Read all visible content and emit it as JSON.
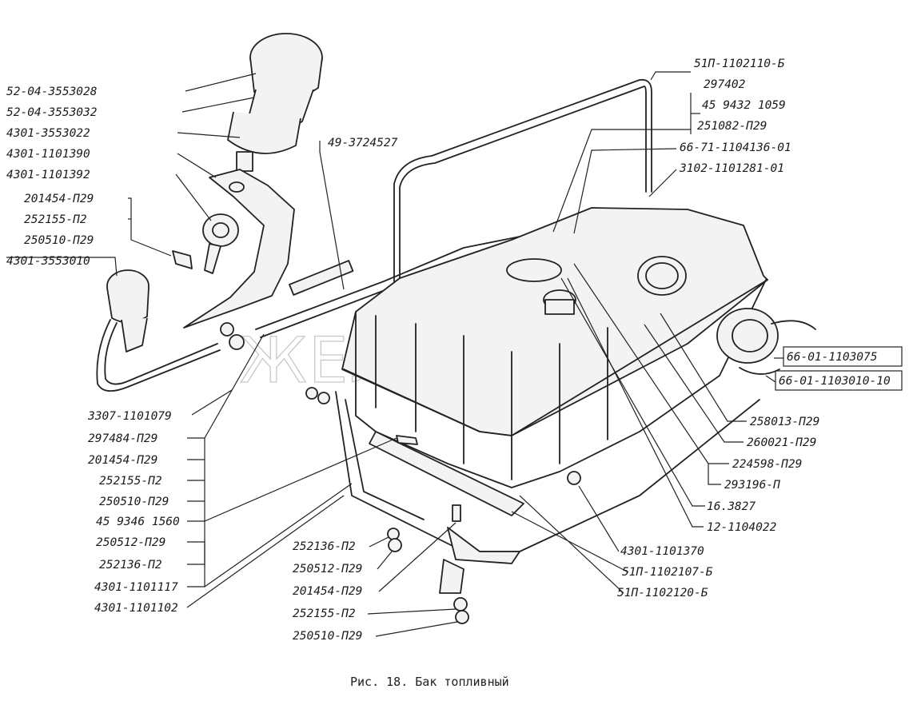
{
  "caption": "Рис. 18. Бак топливный",
  "watermark": "ЖЕЛЕЗЯКА",
  "labels_left": [
    "52-04-3553028",
    "52-04-3553032",
    "4301-3553022",
    "4301-1101390",
    "4301-1101392",
    "201454-П29",
    "252155-П2",
    "250510-П29",
    "4301-3553010",
    "3307-1101079",
    "297484-П29",
    "201454-П29",
    "252155-П2",
    "250510-П29",
    "45 9346 1560",
    "250512-П29",
    "252136-П2",
    "4301-1101117",
    "4301-1101102"
  ],
  "label_49": "49-3724527",
  "labels_top_right": [
    "51П-1102110-Б",
    "297402",
    "45 9432 1059",
    "251082-П29",
    "66-71-1104136-01",
    "3102-1101281-01"
  ],
  "labels_right_boxed": [
    "66-01-1103075",
    "66-01-1103010-10"
  ],
  "labels_right_lower": [
    "258013-П29",
    "260021-П29",
    "224598-П29",
    "293196-П",
    "16.3827",
    "12-1104022"
  ],
  "labels_center_bottom": [
    "4301-1101370",
    "51П-1102107-Б",
    "51П-1102120-Б"
  ],
  "labels_bottom_middle": [
    "252136-П2",
    "250512-П29",
    "201454-П29",
    "252155-П2",
    "250510-П29"
  ]
}
